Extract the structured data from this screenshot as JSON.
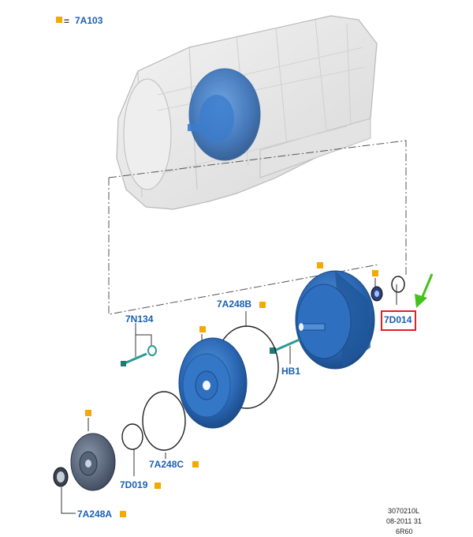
{
  "legend": {
    "symbol_meaning": "=",
    "code": "7A103"
  },
  "parts": {
    "p_7A103": "7A103",
    "p_7N134": "7N134",
    "p_7A248B": "7A248B",
    "p_HB1": "HB1",
    "p_7D014": "7D014",
    "p_7D019": "7D019",
    "p_7A248C": "7A248C",
    "p_7A248A": "7A248A"
  },
  "reference": {
    "line1": "3070210L",
    "line2": "08-2011 31",
    "line3": "6R60"
  },
  "colors": {
    "part_blue": "#2f6fbf",
    "label_blue": "#1a5fb4",
    "marker_orange": "#f5a800",
    "highlight_red": "#e02020",
    "arrow_green": "#44c21a"
  }
}
